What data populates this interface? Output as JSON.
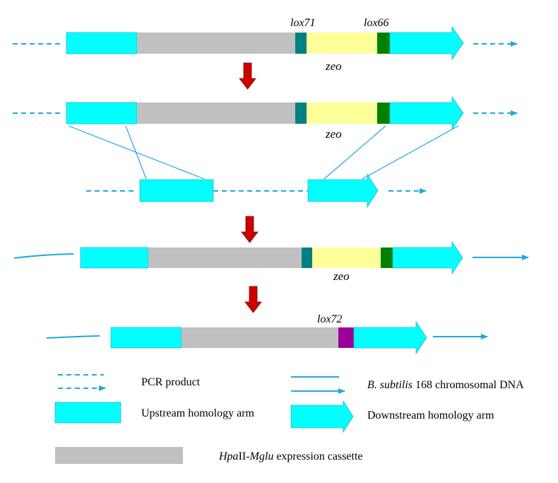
{
  "colors": {
    "arm": "#00FFFF",
    "arm_stroke": "#2BB5D8",
    "dna": "#1FA8E0",
    "cassette": "#C0C0C0",
    "zeo": "#FFFF99",
    "lox71": "#008080",
    "lox66": "#008000",
    "lox72": "#990099",
    "step_arrow": "#CC0000"
  },
  "icons": {
    "step_arrow": "down-arrow-icon"
  },
  "labels": {
    "lox71": "lox71",
    "lox66": "lox66",
    "lox72": "lox72",
    "zeo": "zeo"
  },
  "legend": {
    "pcr": "PCR product",
    "chrom_species": "B. subtilis",
    "chrom_rest": " 168 chromosomal DNA",
    "upstream": "Upstream homology arm",
    "downstream": "Downstream homology arm",
    "cassette_a": "Hpa",
    "cassette_b": "II-",
    "cassette_c": "Mglu",
    "cassette_d": " expression cassette"
  }
}
